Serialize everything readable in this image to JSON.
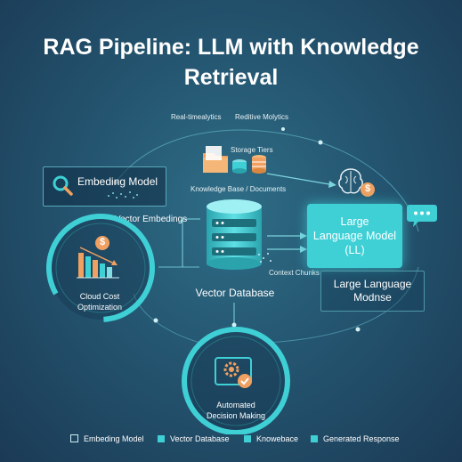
{
  "title": "RAG Pipeline: LLM with Knowledge Retrieval",
  "top_labels": {
    "left": "Real-timealytics",
    "right": "Reditive Molytics"
  },
  "storage": {
    "label": "Storage Tiers",
    "knowledge_label": "Knowledge Base / Documents"
  },
  "embedding": {
    "title": "Embeding Model",
    "vector_label": "Vector Embedings"
  },
  "cloud": {
    "label": "Cloud Cost\nOptimization",
    "dollar": "$"
  },
  "vector_db": {
    "label": "Vector Database",
    "context_label": "Context Chunks"
  },
  "llm": {
    "main_label": "Large\nLanguage Model\n(LL)",
    "secondary_label": "Large Language\nModnse",
    "dollar": "$"
  },
  "automation": {
    "label": "Automated\nDecision Making"
  },
  "legend": [
    {
      "label": "Embeding Model",
      "style": "outline"
    },
    {
      "label": "Vector Database",
      "style": "filled"
    },
    {
      "label": "Knowebace",
      "style": "filled"
    },
    {
      "label": "Generated Response",
      "style": "filled"
    }
  ],
  "colors": {
    "accent": "#3fd0d6",
    "accent_dark": "#2aa3ad",
    "orange": "#f0a060",
    "background": "#245570"
  }
}
